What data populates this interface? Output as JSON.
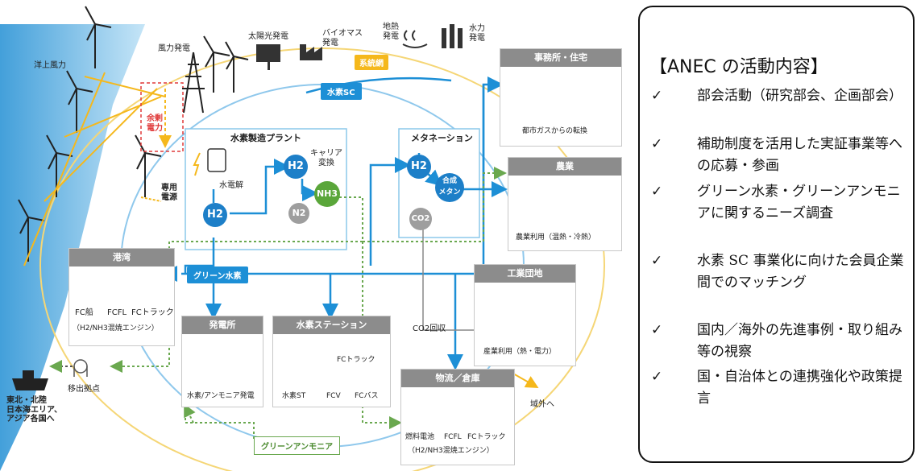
{
  "diagram": {
    "offshore_wind": "洋上風力",
    "wind_power": "風力発電",
    "solar_power": "太陽光発電",
    "biomass": "バイオマス\n発電",
    "geothermal": "地熱\n発電",
    "hydro": "水力\n発電",
    "grid_tag": "系統網",
    "hydrogen_sc_tag": "水素SC",
    "surplus_power": "余剰\n電力",
    "dedicated_power": "専用\n電源",
    "plant_title": "水素製造プラント",
    "electrolysis": "水電解",
    "carrier_conversion": "キャリア\n変換",
    "h2": "H2",
    "nh3": "NH3",
    "n2": "N2",
    "methanation_title": "メタネーション",
    "synthetic_methane": "合成\nメタン",
    "co2": "CO2",
    "office_title": "事務所・住宅",
    "office_caption": "都市ガスからの転換",
    "agri_title": "農業",
    "agri_caption": "農業利用（温熱・冷熱）",
    "port_title": "港湾",
    "port_items": [
      "FC船",
      "FCFL",
      "FCトラック"
    ],
    "port_caption": "（H2/NH3混焼エンジン）",
    "green_h2_tag": "グリーン水素",
    "industrial_title": "工業団地",
    "industrial_caption": "産業利用（熱・電力）",
    "co2_recovery": "CO2回収",
    "powerplant_title": "発電所",
    "powerplant_caption": "水素/アンモニア発電",
    "station_title": "水素ステーション",
    "station_items": [
      "水素ST",
      "FCトラック",
      "FCV",
      "FCバス"
    ],
    "logistics_title": "物流／倉庫",
    "logistics_items": [
      "燃料電池",
      "FCFL",
      "FCトラック"
    ],
    "logistics_caption": "（H2/NH3混焼エンジン）",
    "export_base": "移出拠点",
    "export_dest": "東北・北陸\n日本海エリア、\nアジア各国へ",
    "outside": "域外へ",
    "green_ammonia_tag": "グリーンアンモニア",
    "colors": {
      "blue": "#1d8fd6",
      "yellow": "#f5b81c",
      "green": "#6aa84f",
      "gray": "#8c8c8c",
      "sea": "#3aa0dc"
    }
  },
  "panel": {
    "title": "【ANEC の活動内容】",
    "check_mark": "✓",
    "items": [
      "部会活動（研究部会、企画部会）",
      "補助制度を活用した実証事業等への応募・参画",
      "グリーン水素・グリーンアンモニアに関するニーズ調査",
      "水素 SC 事業化に向けた会員企業間でのマッチング",
      "国内／海外の先進事例・取り組み等の視察",
      "国・自治体との連携強化や政策提言"
    ]
  }
}
